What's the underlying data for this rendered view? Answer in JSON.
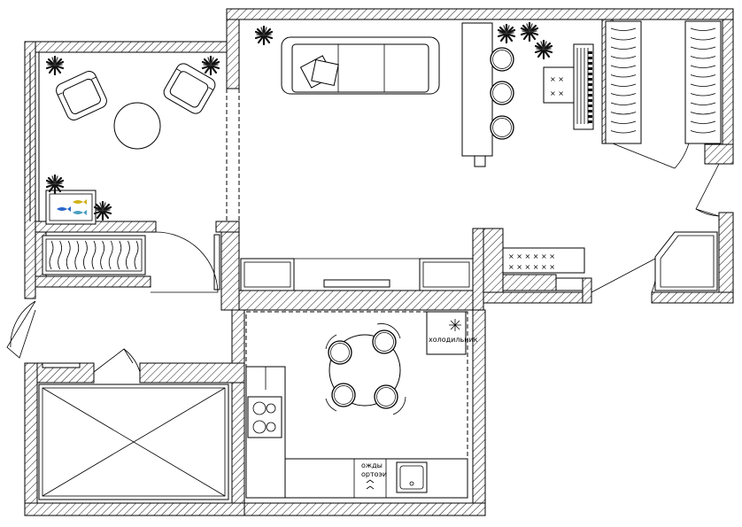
{
  "plan": {
    "labels": {
      "fridge": "холодильник",
      "appliance_line1": "ожды",
      "appliance_line2": "ортоэи"
    }
  }
}
